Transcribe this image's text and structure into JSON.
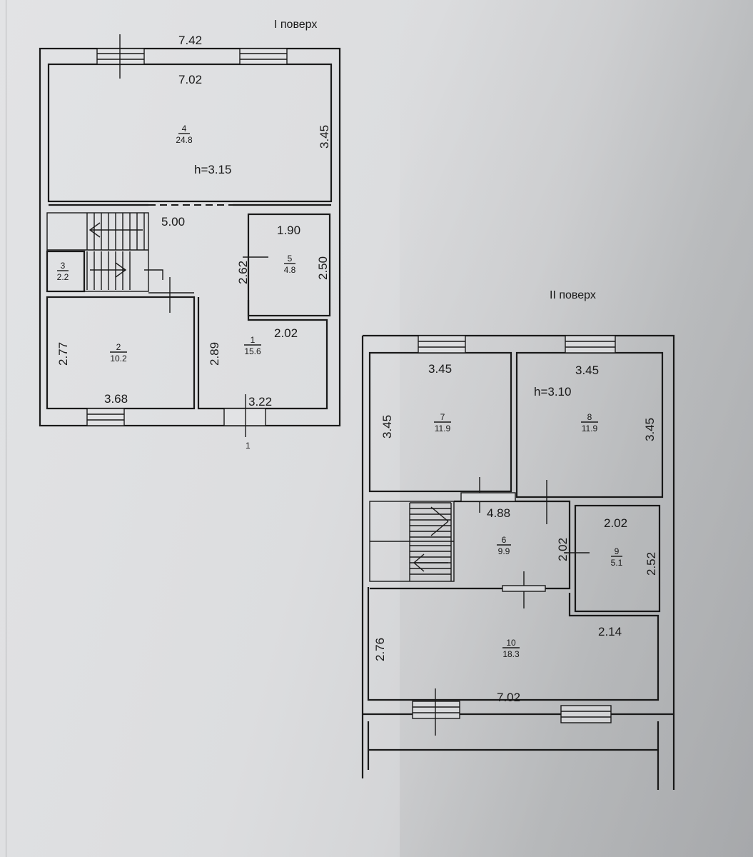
{
  "floors": [
    {
      "title": "I поверх",
      "height_label": "h=3.15",
      "entrance_label": "1",
      "dimensions": {
        "outer_top": "7.42",
        "room4_width": "7.02",
        "room4_depth": "3.45",
        "hall_width": "5.00",
        "room5_width": "1.90",
        "room5_depth": "2.50",
        "room5_door_offset": "2.62",
        "room1_width": "2.02",
        "room1_depth": "2.89",
        "room1_bottom": "3.22",
        "room2_depth": "2.77",
        "room2_width": "3.68"
      },
      "rooms": [
        {
          "number": "4",
          "area": "24.8"
        },
        {
          "number": "5",
          "area": "4.8"
        },
        {
          "number": "3",
          "area": "2.2"
        },
        {
          "number": "2",
          "area": "10.2"
        },
        {
          "number": "1",
          "area": "15.6"
        }
      ]
    },
    {
      "title": "II поверх",
      "height_label": "h=3.10",
      "dimensions": {
        "room7_width": "3.45",
        "room7_depth": "3.45",
        "room8_width": "3.45",
        "room8_depth": "3.45",
        "hall_width": "4.88",
        "hall_depth": "2.02",
        "room9_width": "2.02",
        "room9_depth": "2.52",
        "room10_depth": "2.76",
        "room10_width": "2.14",
        "room10_bottom": "7.02"
      },
      "rooms": [
        {
          "number": "7",
          "area": "11.9"
        },
        {
          "number": "8",
          "area": "11.9"
        },
        {
          "number": "6",
          "area": "9.9"
        },
        {
          "number": "9",
          "area": "5.1"
        },
        {
          "number": "10",
          "area": "18.3"
        }
      ]
    }
  ],
  "colors": {
    "ink": "#1a1a1a",
    "paper": "#e2e3e5"
  }
}
